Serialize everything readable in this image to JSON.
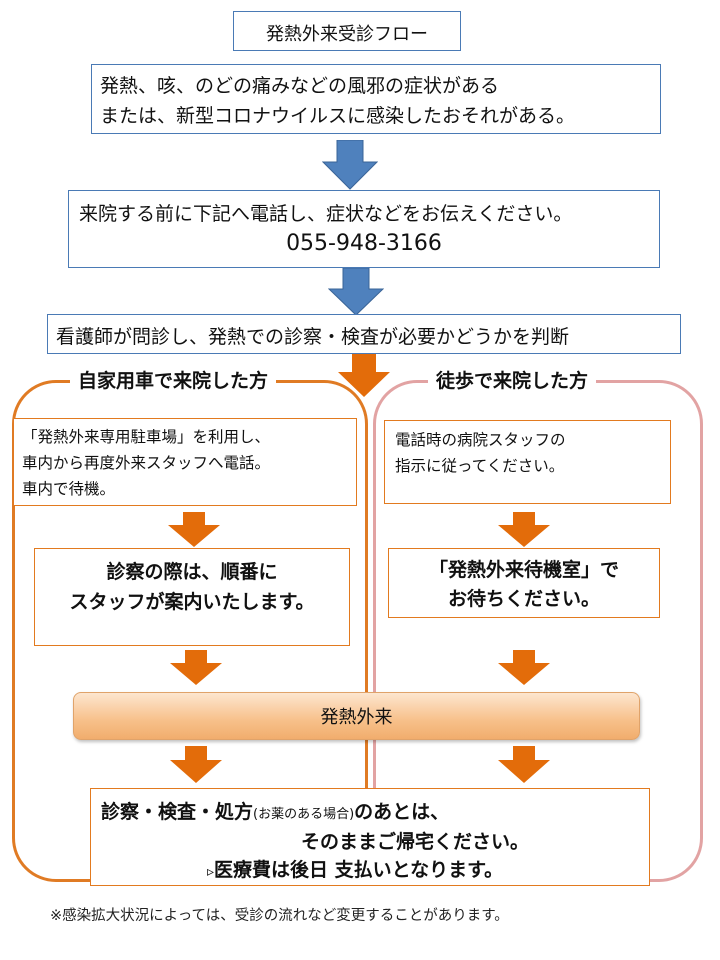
{
  "title": "発熱外来受診フロー",
  "step1": {
    "line1": "発熱、咳、のどの痛みなどの風邪の症状がある",
    "line2": "または、新型コロナウイルスに感染したおそれがある。"
  },
  "step2": {
    "line1": "来院する前に下記へ電話し、症状などをお伝えください。",
    "phone": "055-948-3166"
  },
  "step3": "看護師が問診し、発熱での診察・検査が必要かどうかを判断",
  "left_lane": {
    "title": "自家用車で来院した方",
    "box1": {
      "line1": "「発熱外来専用駐車場」を利用し、",
      "line2": "車内から再度外来スタッフへ電話。",
      "line3": "車内で待機。"
    },
    "box2": {
      "line1": "診察の際は、順番に",
      "line2": "スタッフが案内いたします。"
    }
  },
  "right_lane": {
    "title": "徒歩で来院した方",
    "box1": {
      "line1": "電話時の病院スタッフの",
      "line2": "指示に従ってください。"
    },
    "box2": {
      "line1": "「発熱外来待機室」で",
      "line2": "お待ちください。"
    }
  },
  "fever_clinic": "発熱外来",
  "final": {
    "line1_a": "診察・検査・処方",
    "line1_b": "(お薬のある場合)",
    "line1_c": "のあとは、",
    "line2": "そのままご帰宅ください。",
    "line3_mark": "▹",
    "line3": "医療費は後日 支払いとなります。"
  },
  "footnote": "※感染拡大状況によっては、受診の流れなど変更することがあります。",
  "colors": {
    "blue_border": "#4a7ab5",
    "blue_arrow": "#4f81bd",
    "orange": "#e36c0a",
    "orange_lane": "#e07b24",
    "pink_lane": "#e2a3a3"
  }
}
